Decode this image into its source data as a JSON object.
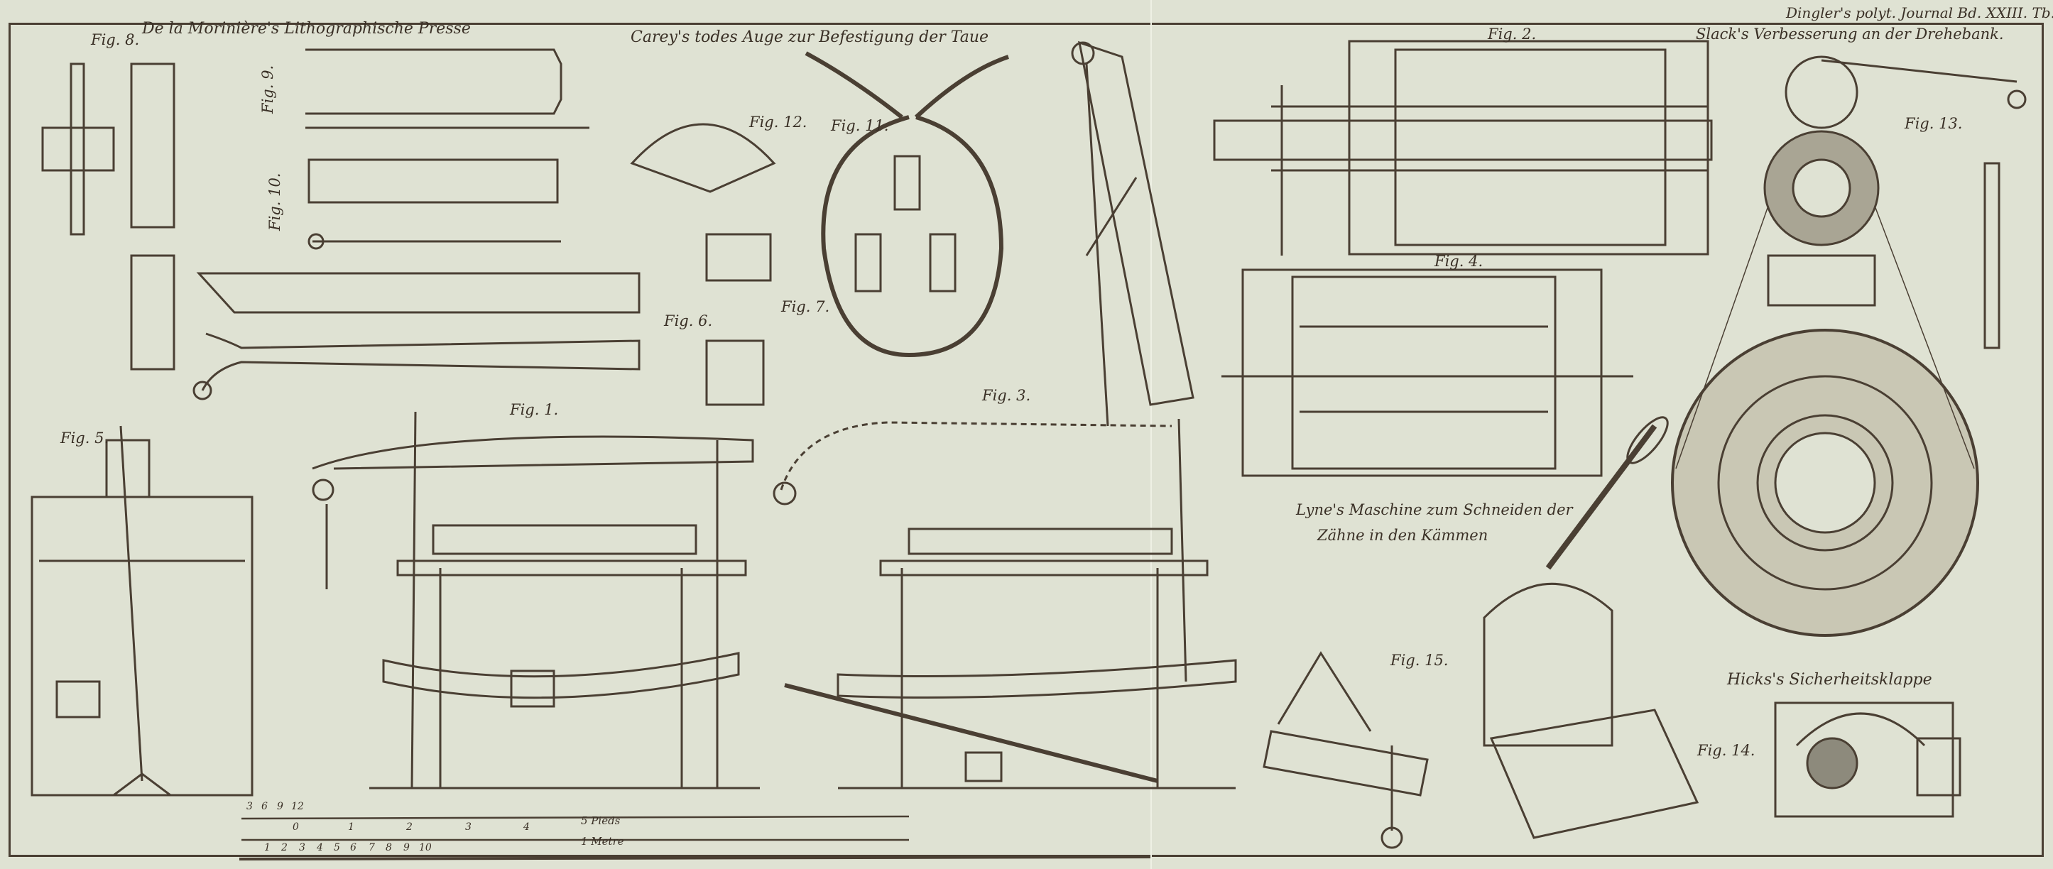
{
  "header": {
    "journal": "Dingler's polyt. Journal Bd. XXIII. Tb. VIII"
  },
  "titles": {
    "morinieres_press": "De la Morinière's Lithographische Presse",
    "careys_eye": "Carey's todes Auge zur Befestigung der Taue",
    "slacks_lathe": "Slack's Verbesserung an der Drehebank.",
    "lynes_machine_line1": "Lyne's Maschine zum Schneiden der",
    "lynes_machine_line2": "Zähne in den Kämmen",
    "hicks_valve": "Hicks's Sicherheitsklappe"
  },
  "figures": {
    "fig1": "Fig. 1.",
    "fig2": "Fig. 2.",
    "fig3": "Fig. 3.",
    "fig4": "Fig. 4.",
    "fig5": "Fig. 5.",
    "fig6": "Fig. 6.",
    "fig7": "Fig. 7.",
    "fig8": "Fig. 8.",
    "fig9": "Fig. 9.",
    "fig10": "Fig. 10.",
    "fig11": "Fig. 11.",
    "fig12": "Fig. 12.",
    "fig13": "Fig. 13.",
    "fig14": "Fig. 14.",
    "fig15": "Fig. 15."
  },
  "scales": {
    "pieds": {
      "unit_label": "5 Pieds",
      "inch_ticks": [
        "3",
        "6",
        "9",
        "12"
      ],
      "ticks": [
        "0",
        "1",
        "2",
        "3",
        "4"
      ]
    },
    "metre": {
      "unit_label": "1 Metre",
      "ticks": [
        "1",
        "2",
        "3",
        "4",
        "5",
        "6",
        "7",
        "8",
        "9",
        "10"
      ]
    }
  },
  "colors": {
    "paper": "#dfe2d3",
    "ink": "#3a3026"
  }
}
